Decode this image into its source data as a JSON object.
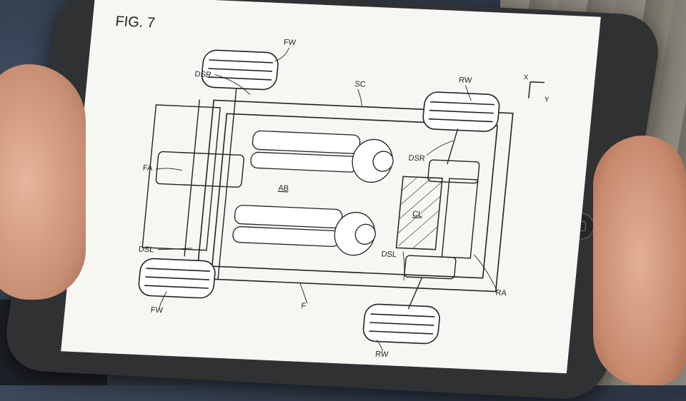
{
  "figure": {
    "title": "FIG. 7",
    "labels": {
      "fw_top": "FW",
      "fw_bottom": "FW",
      "rw_top": "RW",
      "rw_bottom": "RW",
      "dsr_left": "DSR",
      "dsr_right": "DSR",
      "dsl_left": "DSL",
      "dsl_right": "DSL",
      "sc": "SC",
      "fa": "FA",
      "ra": "RA",
      "ab": "AB",
      "cl": "CL",
      "f": "F",
      "axis_x": "X",
      "axis_y": "Y"
    }
  },
  "colors": {
    "screen_bg": "#f6f6f3",
    "bezel": "#2f3133",
    "line": "#222222",
    "camera": "#4a7bc0"
  }
}
